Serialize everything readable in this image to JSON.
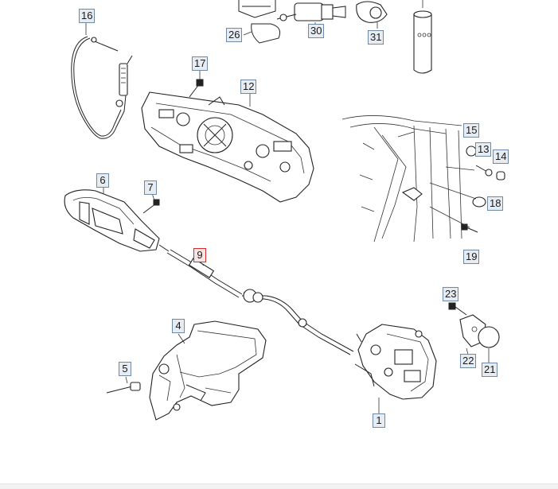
{
  "callouts": [
    {
      "id": "c16",
      "label": "16"
    },
    {
      "id": "c26",
      "label": "26"
    },
    {
      "id": "c30",
      "label": "30"
    },
    {
      "id": "c31",
      "label": "31"
    },
    {
      "id": "c17",
      "label": "17"
    },
    {
      "id": "c12",
      "label": "12"
    },
    {
      "id": "c15",
      "label": "15"
    },
    {
      "id": "c13",
      "label": "13"
    },
    {
      "id": "c14",
      "label": "14"
    },
    {
      "id": "c18",
      "label": "18"
    },
    {
      "id": "c19",
      "label": "19"
    },
    {
      "id": "c6",
      "label": "6"
    },
    {
      "id": "c7",
      "label": "7"
    },
    {
      "id": "c9",
      "label": "9",
      "active": true
    },
    {
      "id": "c23",
      "label": "23"
    },
    {
      "id": "c4",
      "label": "4"
    },
    {
      "id": "c5",
      "label": "5"
    },
    {
      "id": "c22",
      "label": "22"
    },
    {
      "id": "c21",
      "label": "21"
    },
    {
      "id": "c1",
      "label": "1"
    }
  ],
  "colors": {
    "callout_border": "#6f8aa4",
    "callout_fill": "#e6ecf2",
    "active_border": "#d62b2b",
    "line": "#222222"
  }
}
